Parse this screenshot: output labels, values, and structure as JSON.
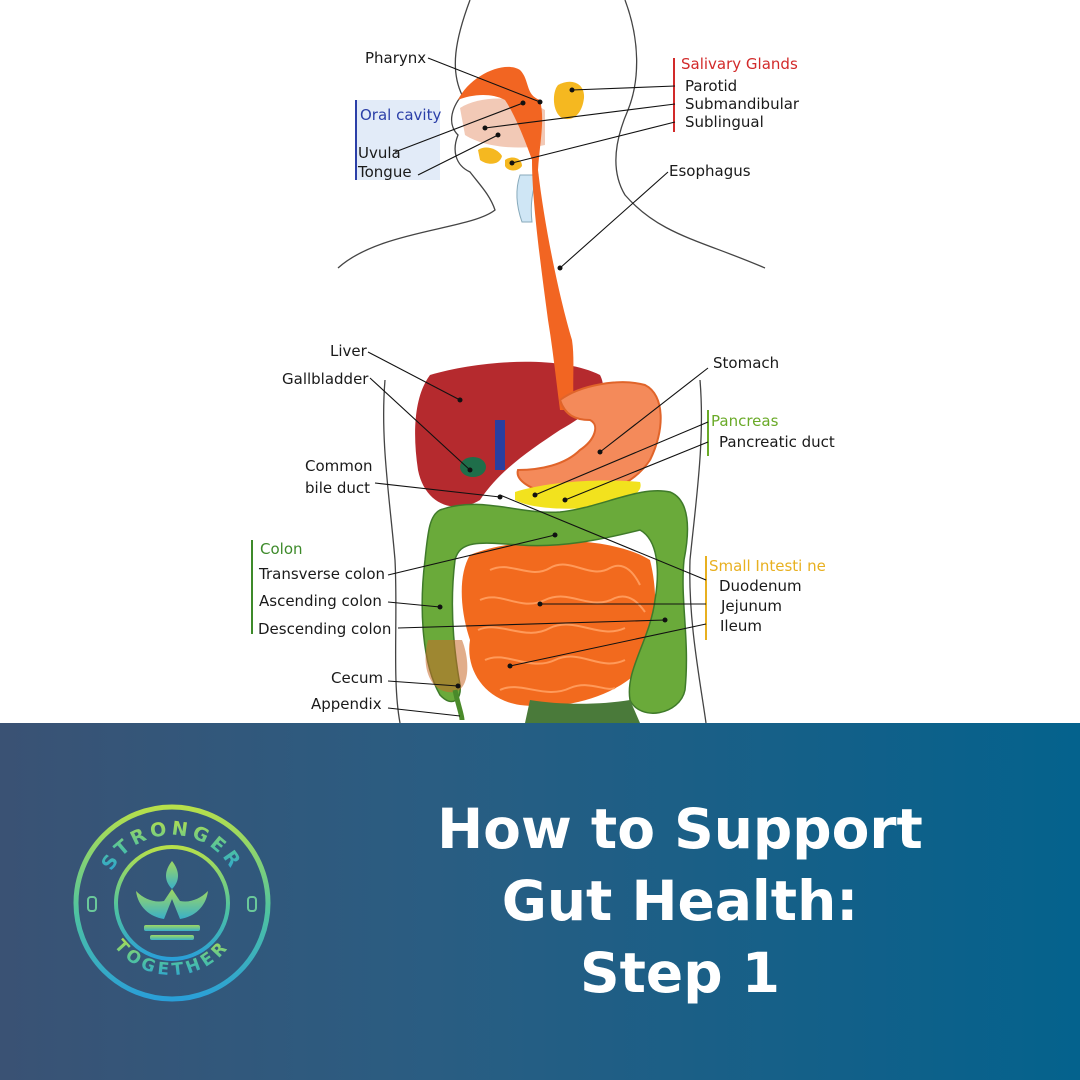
{
  "diagram": {
    "labels": {
      "pharynx": "Pharynx",
      "oral_cavity": "Oral cavity",
      "uvula": "Uvula",
      "tongue": "Tongue",
      "salivary_glands": "Salivary Glands",
      "parotid": "Parotid",
      "submandibular": "Submandibular",
      "sublingual": "Sublingual",
      "esophagus": "Esophagus",
      "liver": "Liver",
      "gallbladder": "Gallbladder",
      "common_bile_duct_1": "Common",
      "common_bile_duct_2": "bile duct",
      "stomach": "Stomach",
      "pancreas": "Pancreas",
      "pancreatic_duct": "Pancreatic duct",
      "colon": "Colon",
      "transverse_colon": "Transverse colon",
      "ascending_colon": "Ascending colon",
      "descending_colon": "Descending colon",
      "cecum": "Cecum",
      "appendix": "Appendix",
      "small_intestine": "Small Intesti ne",
      "duodenum": "Duodenum",
      "jejunum": "Jejunum",
      "ileum": "Ileum"
    },
    "colors": {
      "salivary": "#d22a2a",
      "oral": "#2b3fa8",
      "pancreas": "#6aaa28",
      "colon": "#3d8a2a",
      "small_intestine": "#e8b020",
      "esophagus": "#f26522",
      "liver": "#b22a2e",
      "intestine": "#f26a1e",
      "colon_fill": "#6aaa3a"
    }
  },
  "banner": {
    "title_line1": "How to Support",
    "title_line2": "Gut Health:",
    "title_line3": "Step 1",
    "logo_top_text": "STRONGER",
    "logo_bottom_text": "TOGETHER",
    "logo_icon": "crown-icon"
  }
}
